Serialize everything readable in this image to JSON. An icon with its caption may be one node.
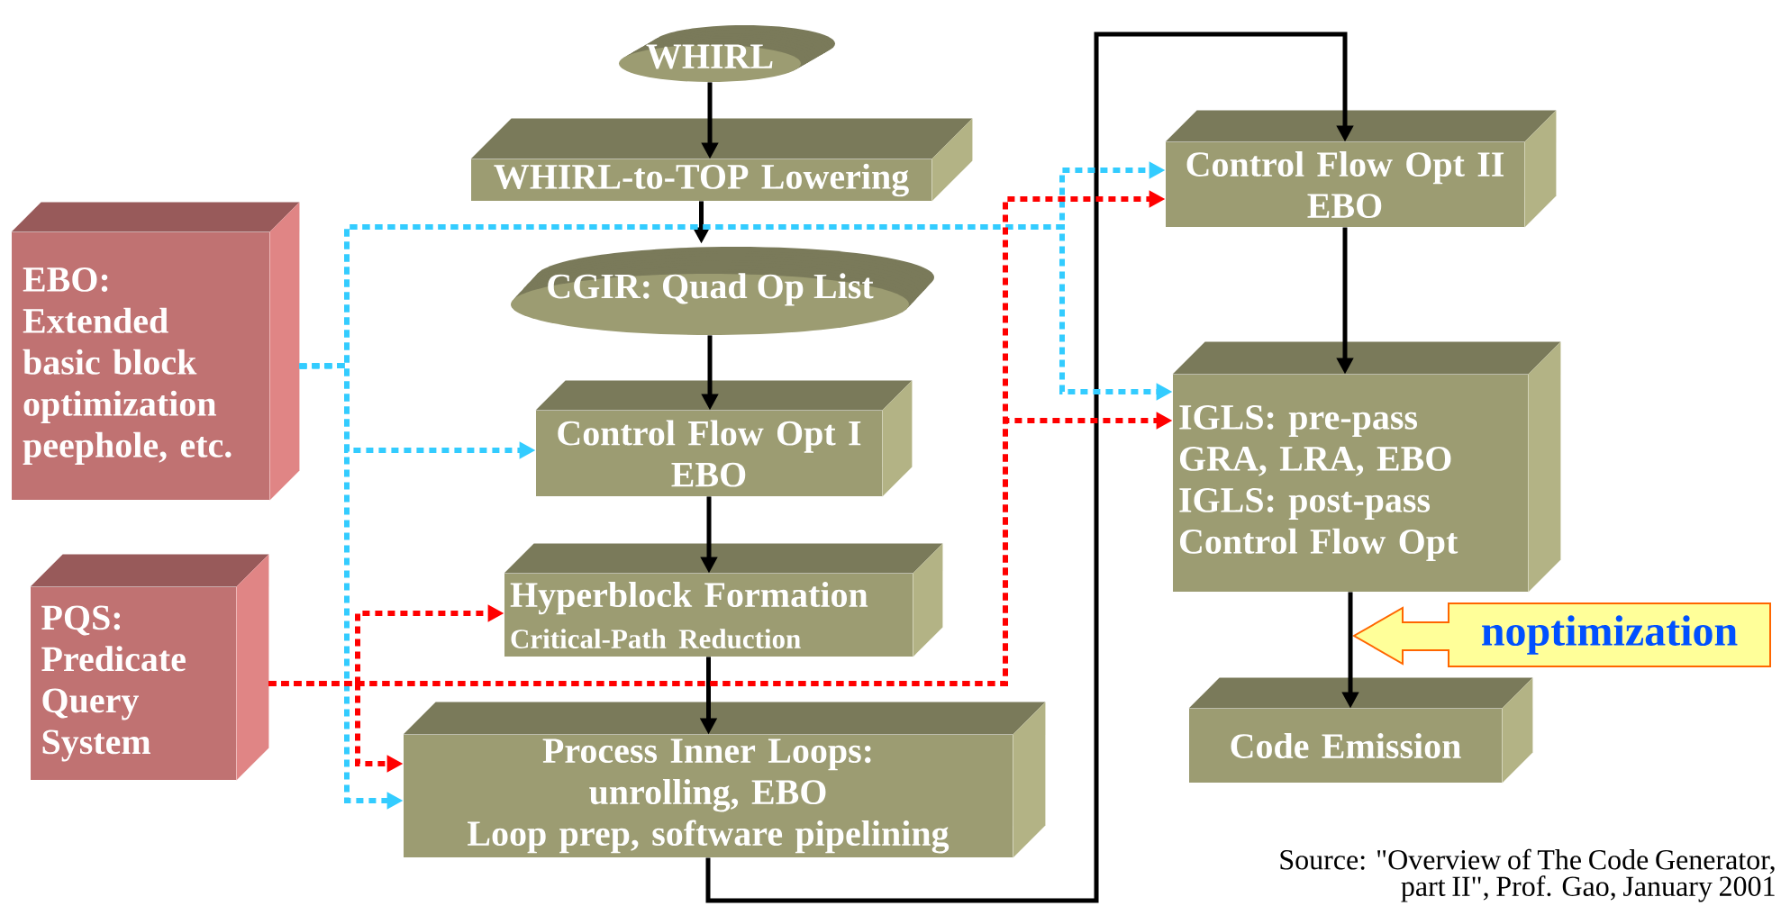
{
  "diagram": {
    "caption": "Source: \"Overview of The Code Generator, part II\", Prof. Gao, January 2001",
    "nodes": [
      {
        "text": [
          "WHIRL"
        ]
      },
      {
        "text": [
          "WHIRL-to-TOP Lowering"
        ]
      },
      {
        "text": [
          "CGIR: Quad Op List"
        ]
      },
      {
        "text": [
          "Control Flow Opt I",
          "EBO"
        ]
      },
      {
        "text": [
          "Hyperblock Formation",
          "Critical-Path Reduction"
        ]
      },
      {
        "text": [
          "Process Inner Loops: unrolling, EBO",
          "Loop prep, software pipelining"
        ]
      },
      {
        "text": [
          "Control Flow Opt II",
          "EBO"
        ]
      },
      {
        "text": [
          "IGLS: pre-pass",
          "GRA, LRA, EBO",
          "IGLS: post-pass",
          "Control Flow Opt"
        ]
      },
      {
        "text": [
          "Code Emission"
        ]
      },
      {
        "text": [
          "EBO:",
          "Extended basic block optimization peephole, etc."
        ]
      },
      {
        "text": [
          "PQS:",
          "Predicate Query System"
        ]
      },
      {
        "text": [
          "noptimization"
        ]
      }
    ],
    "edges": [
      {
        "from": 0,
        "to": 1,
        "arrow": "to"
      },
      {
        "from": 1,
        "to": 2,
        "arrow": "to"
      },
      {
        "from": 2,
        "to": 3,
        "arrow": "to"
      },
      {
        "from": 3,
        "to": 4,
        "arrow": "to"
      },
      {
        "from": 4,
        "to": 5,
        "arrow": "to"
      },
      {
        "from": 5,
        "to": 6,
        "arrow": "to"
      },
      {
        "from": 6,
        "to": 7,
        "arrow": "to"
      },
      {
        "from": 7,
        "to": 8,
        "arrow": "to"
      },
      {
        "from": 9,
        "to": 3,
        "arrow": "to",
        "style": "dashed",
        "color": "#33ccff"
      },
      {
        "from": 9,
        "to": 5,
        "arrow": "to",
        "style": "dashed",
        "color": "#33ccff"
      },
      {
        "from": 9,
        "to": 6,
        "arrow": "to",
        "style": "dashed",
        "color": "#33ccff"
      },
      {
        "from": 9,
        "to": 7,
        "arrow": "to",
        "style": "dashed",
        "color": "#33ccff"
      },
      {
        "from": 10,
        "to": 4,
        "arrow": "to",
        "style": "dashed",
        "color": "#ff0000"
      },
      {
        "from": 10,
        "to": 5,
        "arrow": "to",
        "style": "dashed",
        "color": "#ff0000"
      },
      {
        "from": 10,
        "to": 6,
        "arrow": "to",
        "style": "dashed",
        "color": "#ff0000"
      },
      {
        "from": 10,
        "to": 7,
        "arrow": "to",
        "style": "dashed",
        "color": "#ff0000"
      }
    ]
  }
}
